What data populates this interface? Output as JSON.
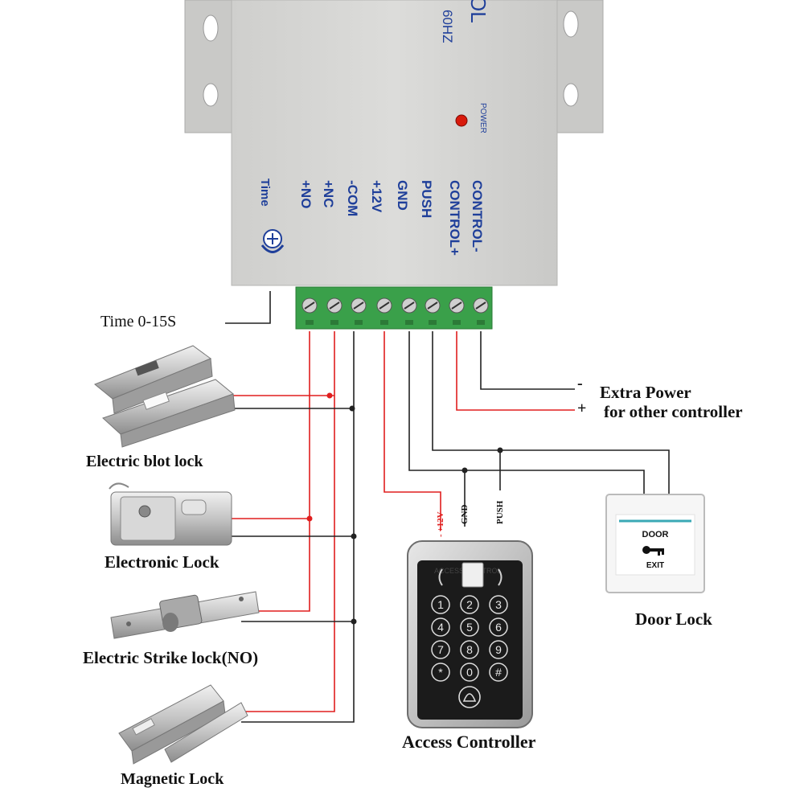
{
  "controller": {
    "title_fragment": "OL",
    "freq_fragment": "60HZ",
    "power_label": "POWER",
    "time_label": "Time",
    "terminals": [
      "CONTROL-",
      "CONTROL+",
      "PUSH",
      "GND",
      "+12V",
      "-COM",
      "+NC",
      "+NO"
    ],
    "time_range": "Time   0-15S"
  },
  "locks": [
    {
      "label": "Electric blot lock"
    },
    {
      "label": "Electronic Lock"
    },
    {
      "label": "Electric Strike lock(NO)"
    },
    {
      "label": "Magnetic Lock"
    }
  ],
  "extra_power": {
    "minus_sign": "-",
    "plus_sign": "+",
    "line1": "Extra Power",
    "line2": "for other controller"
  },
  "access_controller": {
    "label": "Access Controller",
    "header": "ACCESS CONTROL",
    "wire_12v": "- +12V",
    "wire_gnd": "GND",
    "wire_push": "PUSH",
    "keys": [
      "1",
      "2",
      "3",
      "4",
      "5",
      "6",
      "7",
      "8",
      "9",
      "*",
      "0",
      "#"
    ]
  },
  "door_lock": {
    "label": "Door Lock",
    "door_text": "DOOR",
    "exit_text": "EXIT"
  },
  "colors": {
    "wire_red": "#e01e1e",
    "wire_black": "#222222",
    "terminal_green": "#3aa04a",
    "housing_grey": "#d4d4d2",
    "panel_text_blue": "#1f3f9a"
  }
}
